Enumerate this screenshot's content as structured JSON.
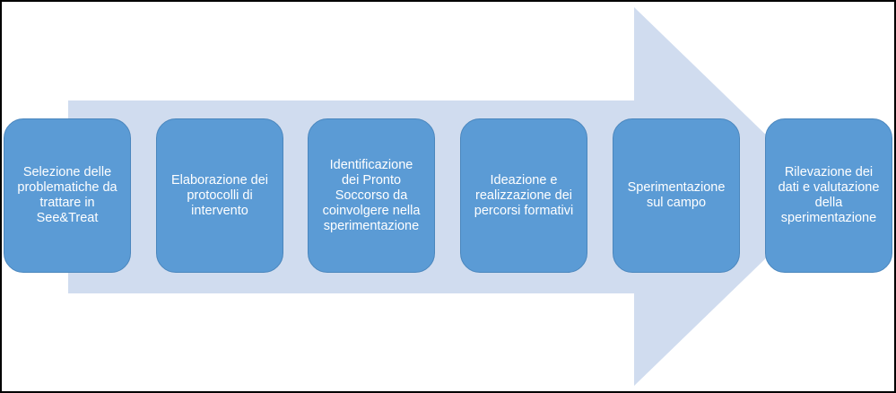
{
  "colors": {
    "arrow": "#d0dcef",
    "box_fill": "#5b9bd5",
    "box_border": "#4a86bd",
    "text": "#ffffff",
    "frame_border": "#000000"
  },
  "steps": [
    {
      "label": "Selezione delle\nproblematiche da\ntrattare in\nSee&Treat"
    },
    {
      "label": "Elaborazione dei\nprotocolli di\nintervento"
    },
    {
      "label": "Identificazione\ndei Pronto\nSoccorso da\ncoinvolgere nella\nsperimentazione"
    },
    {
      "label": "Ideazione e\nrealizzazione dei\npercorsi formativi"
    },
    {
      "label": "Sperimentazione\nsul campo"
    },
    {
      "label": "Rilevazione dei\ndati e valutazione\ndella\nsperimentazione"
    }
  ]
}
